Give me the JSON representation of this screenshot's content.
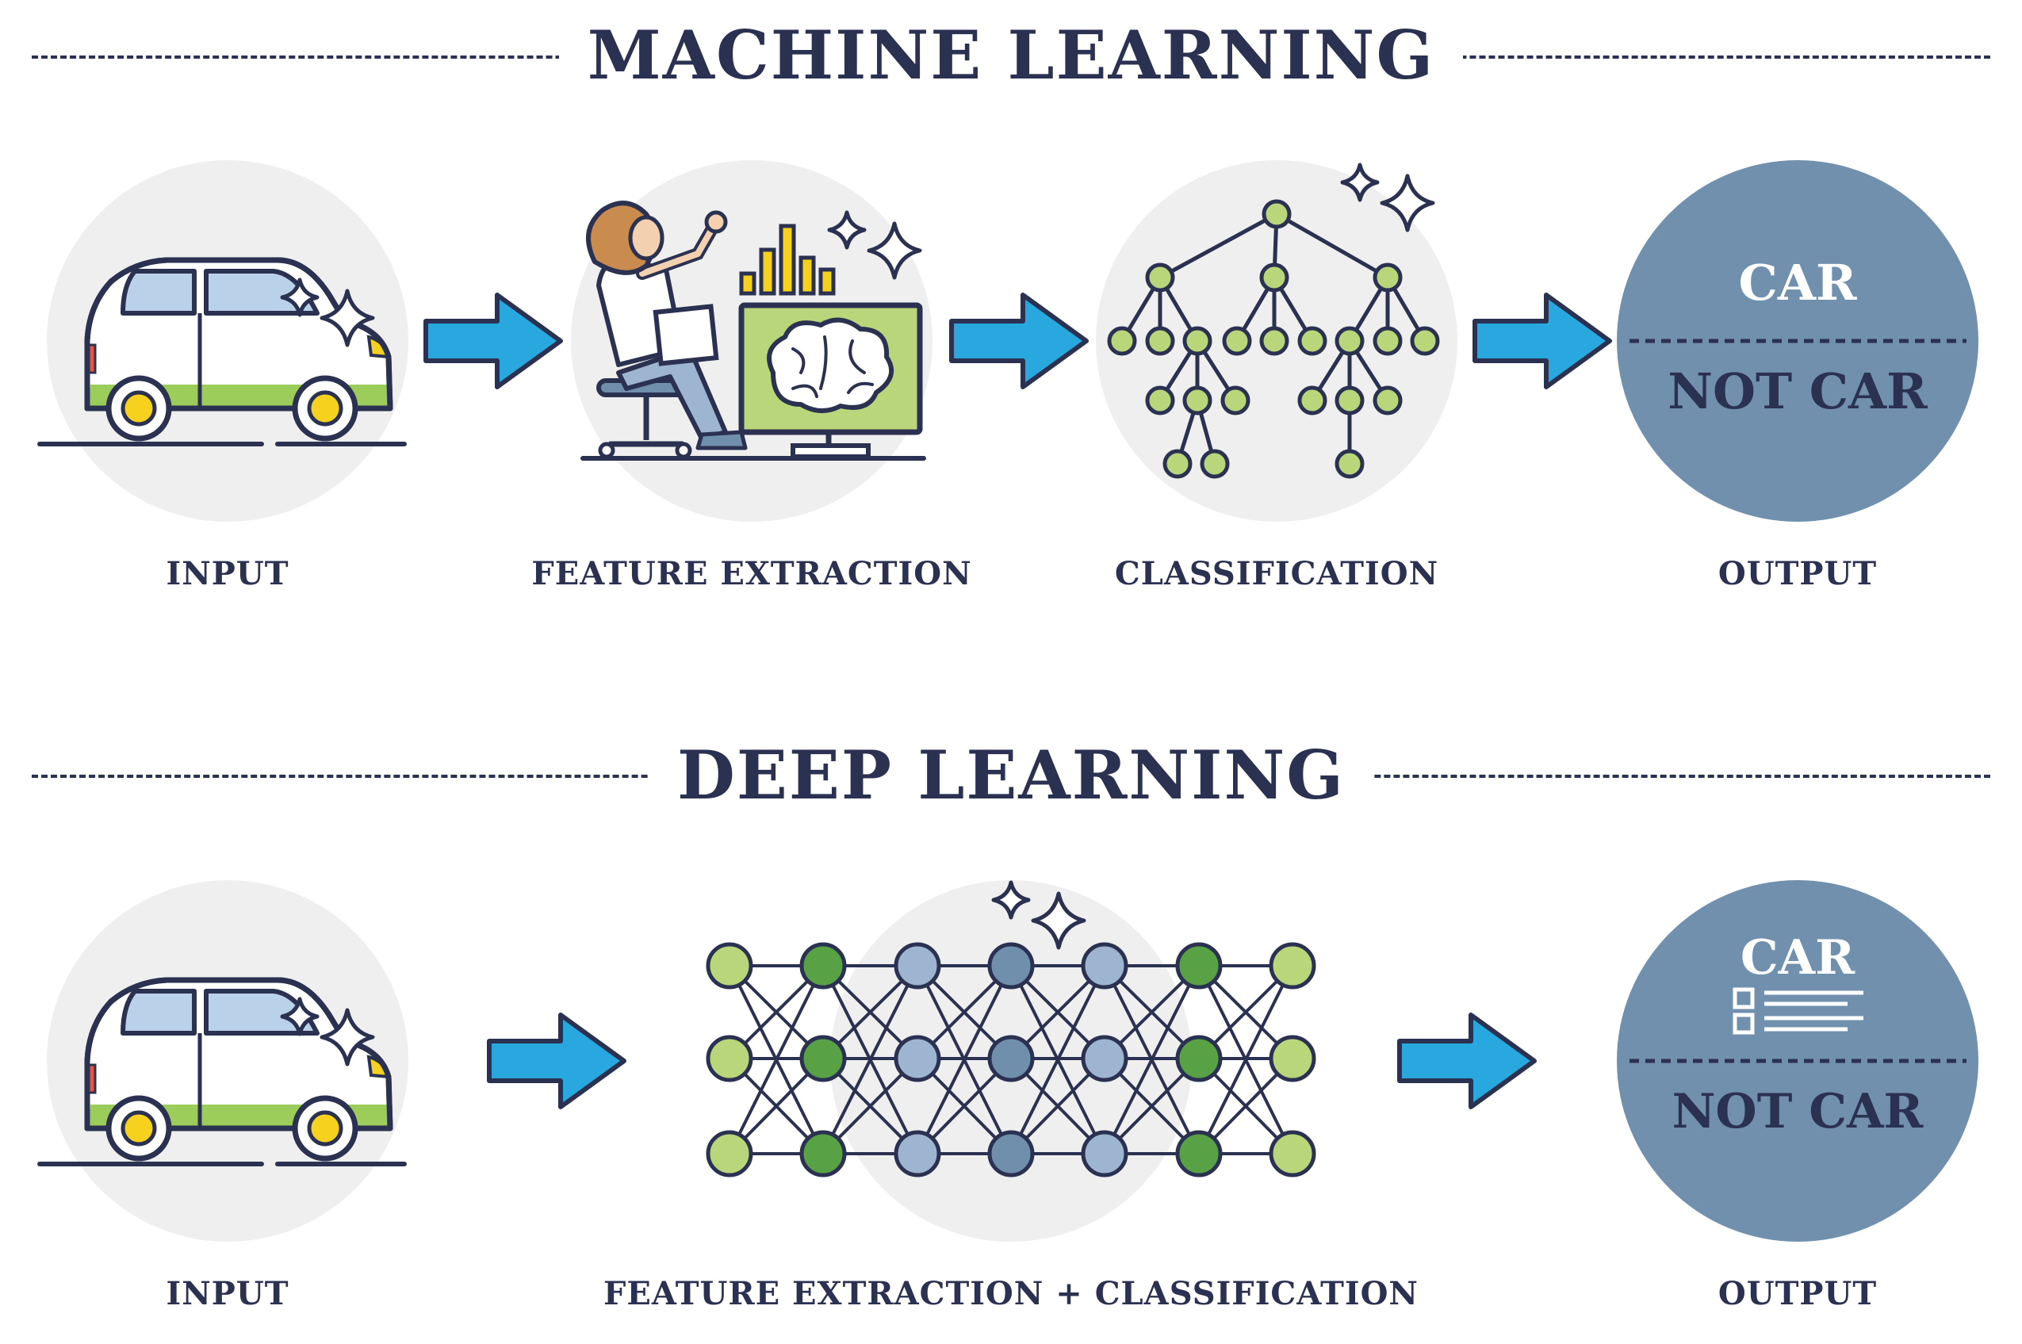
{
  "machine_learning": {
    "title": "MACHINE LEARNING",
    "steps": [
      {
        "label": "INPUT"
      },
      {
        "label": "FEATURE EXTRACTION"
      },
      {
        "label": "CLASSIFICATION"
      },
      {
        "label": "OUTPUT"
      }
    ],
    "output": {
      "positive": "CAR",
      "negative": "NOT CAR"
    }
  },
  "deep_learning": {
    "title": "DEEP LEARNING",
    "steps": [
      {
        "label": "INPUT"
      },
      {
        "label": "FEATURE EXTRACTION + CLASSIFICATION"
      },
      {
        "label": "OUTPUT"
      }
    ],
    "output": {
      "positive": "CAR",
      "negative": "NOT CAR"
    }
  },
  "colors": {
    "ink": "#2b3150",
    "circle_bg": "#eeefee",
    "output_bg": "#7090ad",
    "arrow": "#29a8df",
    "leaf_green": "#b9d77a",
    "dark_green": "#58a245",
    "blue_node": "#9db5d1",
    "slate_node": "#6f8fad"
  }
}
